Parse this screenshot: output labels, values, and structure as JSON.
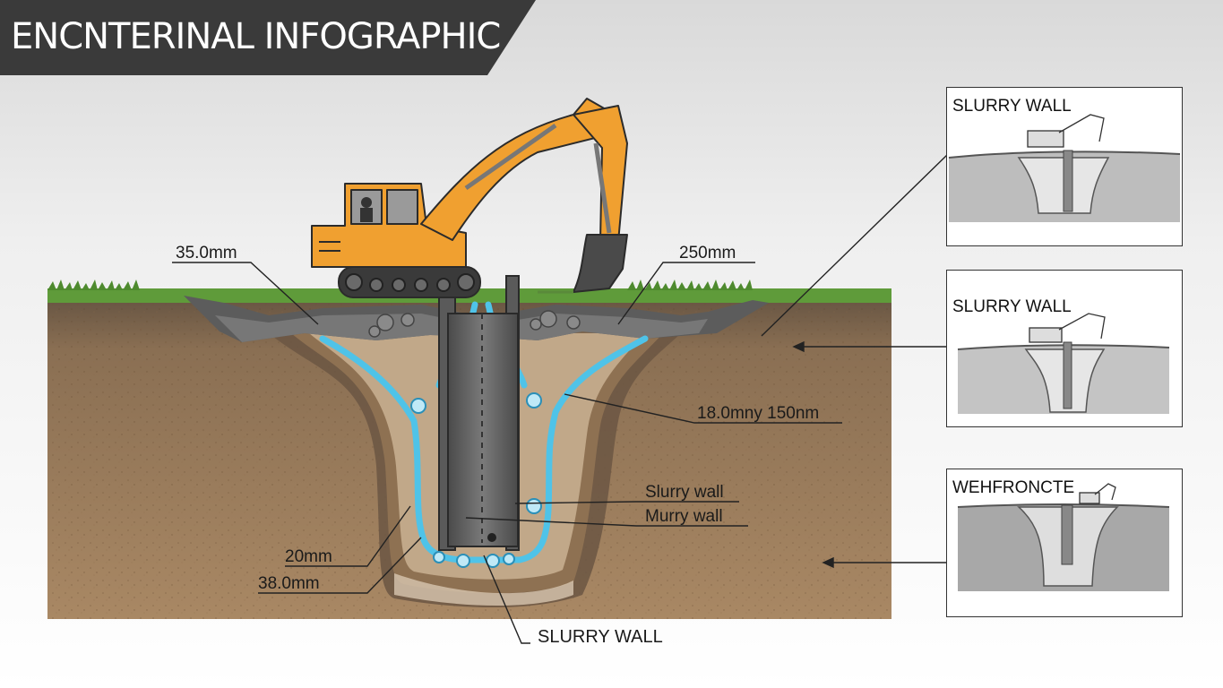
{
  "title": "ENCNTERINAL INFOGRAPHIC",
  "labels": {
    "top_left": "35.0mm",
    "top_right": "250mm",
    "mid_right": "18.0mny 150nm",
    "slurry_wall": "Slurry wall",
    "murry_wall": "Murry wall",
    "left_20": "20mm",
    "left_38": "38.0mm",
    "bottom": "SLURRY WALL"
  },
  "panels": [
    {
      "title": "SLURRY WALL"
    },
    {
      "title": "SLURRY WALL"
    },
    {
      "title": "WEHFRONCTE"
    }
  ],
  "colors": {
    "banner": "#3a3a3a",
    "excavator": "#f0a030",
    "soil": "#a8845e",
    "grass": "#5f9b3a",
    "slurry": "#4fc3e8"
  }
}
